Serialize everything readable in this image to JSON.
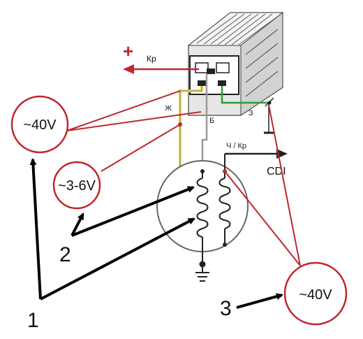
{
  "labels": {
    "plus_sign": "+",
    "output_kr": "Кр",
    "wire_yellow": "Ж",
    "wire_white": "Б",
    "wire_green": "З",
    "wire_ch_kr": "Ч / Кр",
    "cdi": "CDI"
  },
  "callouts": {
    "voltage_top_left": "~40V",
    "voltage_mid_left": "~3-6V",
    "voltage_bottom_right": "~40V",
    "num_1": "1",
    "num_2": "2",
    "num_3": "3"
  },
  "colors": {
    "callout_red": "#c0272d",
    "wire_yellow": "#e9d84a",
    "wire_green": "#2e9a3a",
    "wire_gray": "#9a9a9a",
    "arrow_black": "#000000"
  }
}
